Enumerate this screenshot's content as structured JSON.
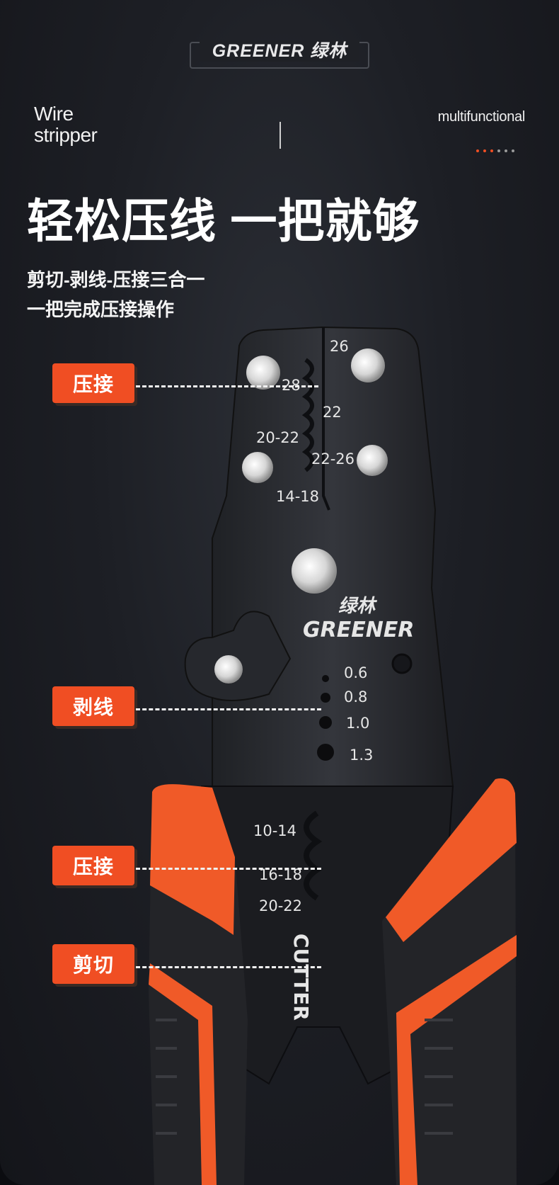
{
  "brand": {
    "logo": "GREENER 绿林"
  },
  "header": {
    "left_line1": "Wire",
    "left_line2": "stripper",
    "right": "multifunctional"
  },
  "headline": "轻松压线 一把就够",
  "subtitle": {
    "line1": "剪切-剥线-压接三合一",
    "line2": "一把完成压接操作"
  },
  "callouts": [
    {
      "label": "压接"
    },
    {
      "label": "剥线"
    },
    {
      "label": "压接"
    },
    {
      "label": "剪切"
    }
  ],
  "tool": {
    "upper_crimp_sizes": [
      "26",
      "28",
      "22",
      "20-22",
      "22-26",
      "14-18"
    ],
    "brand_cn": "绿林",
    "brand_en": "GREENER",
    "strip_sizes": [
      "0.6",
      "0.8",
      "1.0",
      "1.3"
    ],
    "lower_crimp_sizes": [
      "10-14",
      "16-18",
      "20-22"
    ],
    "cutter_label": "CUTTER"
  },
  "colors": {
    "accent": "#f04e23",
    "background": "#1d1f25",
    "tool_body": "#2a2c31"
  }
}
